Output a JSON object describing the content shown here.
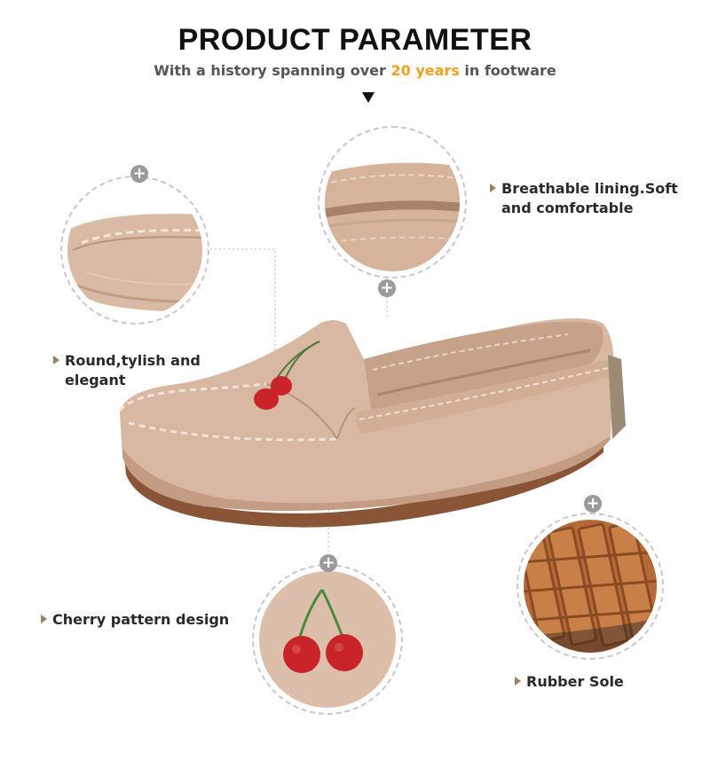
{
  "header": {
    "title": "PRODUCT  PARAMETER",
    "subtitle_before": "With a history spanning over ",
    "subtitle_highlight": "20 years",
    "subtitle_after": " in footware",
    "highlight_color": "#f0a020"
  },
  "features": [
    {
      "label_line1": "Round,tylish and",
      "label_line2": "elegant",
      "icon": "plus-icon"
    },
    {
      "label_line1": "Breathable lining.Soft",
      "label_line2": "and comfortable",
      "icon": "plus-icon"
    },
    {
      "label_line1": "Cherry pattern design",
      "label_line2": "",
      "icon": "plus-icon"
    },
    {
      "label_line1": "Rubber Sole",
      "label_line2": "",
      "icon": "plus-icon"
    }
  ],
  "plus_symbol": "+",
  "colors": {
    "leather": "#d8b8a2",
    "leather_dark": "#b89279",
    "sole": "#8a5436",
    "cherry": "#c8242a",
    "stem": "#4a8a3a",
    "rubber": "#b56a38"
  }
}
